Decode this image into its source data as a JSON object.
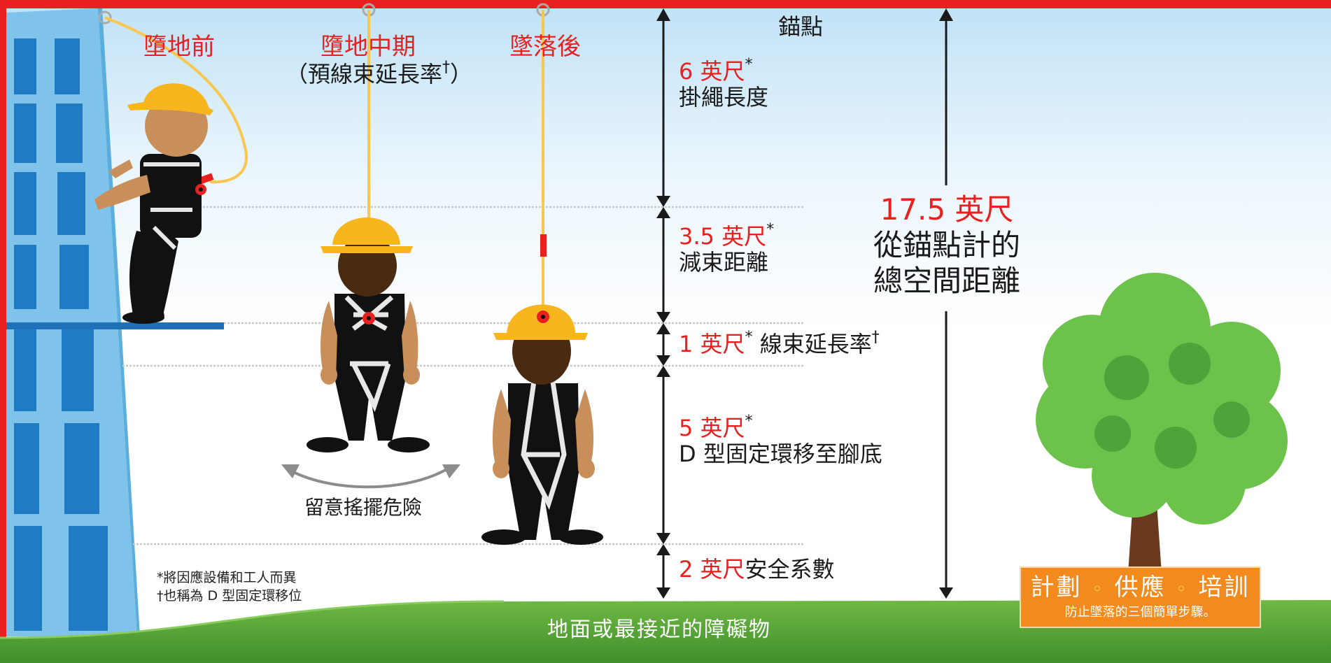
{
  "phases": {
    "before": "墮地前",
    "mid": "墮地中期",
    "mid_sub": "（預線束延長率",
    "mid_sub_mark": "†",
    "mid_sub_close": "）",
    "after": "墜落後"
  },
  "anchor_label": "錨點",
  "segments": {
    "lanyard": {
      "value": "6 英尺",
      "mark": "*",
      "label": "掛繩長度"
    },
    "deceleration": {
      "value": "3.5 英尺",
      "mark": "*",
      "label": "減束距離"
    },
    "harness": {
      "value": "1 英尺",
      "mark": "*",
      "label": "線束延長率",
      "label_mark": "†"
    },
    "dring": {
      "value": "5 英尺",
      "mark": "*",
      "label": "D 型固定環移至腳底"
    },
    "safety": {
      "value": "2 英尺",
      "label": "安全系數"
    }
  },
  "total": {
    "value": "17.5 英尺",
    "line1": "從錨點計的",
    "line2": "總空間距離"
  },
  "swing_warning": "留意搖擺危險",
  "notes": {
    "note1": "*將因應設備和工人而異",
    "note2": "†也稱為 D 型固定環移位"
  },
  "ground_label": "地面或最接近的障礙物",
  "plan_box": {
    "w1": "計劃",
    "w2": "供應",
    "w3": "培訓",
    "dot": "◦",
    "subtitle": "防止墜落的三個簡單步驟。"
  },
  "colors": {
    "accent_red": "#e8201f",
    "helmet": "#f7b61e",
    "lanyard": "#f9c74f",
    "ground": "#6fb845",
    "plan_box": "#f28a1e"
  }
}
